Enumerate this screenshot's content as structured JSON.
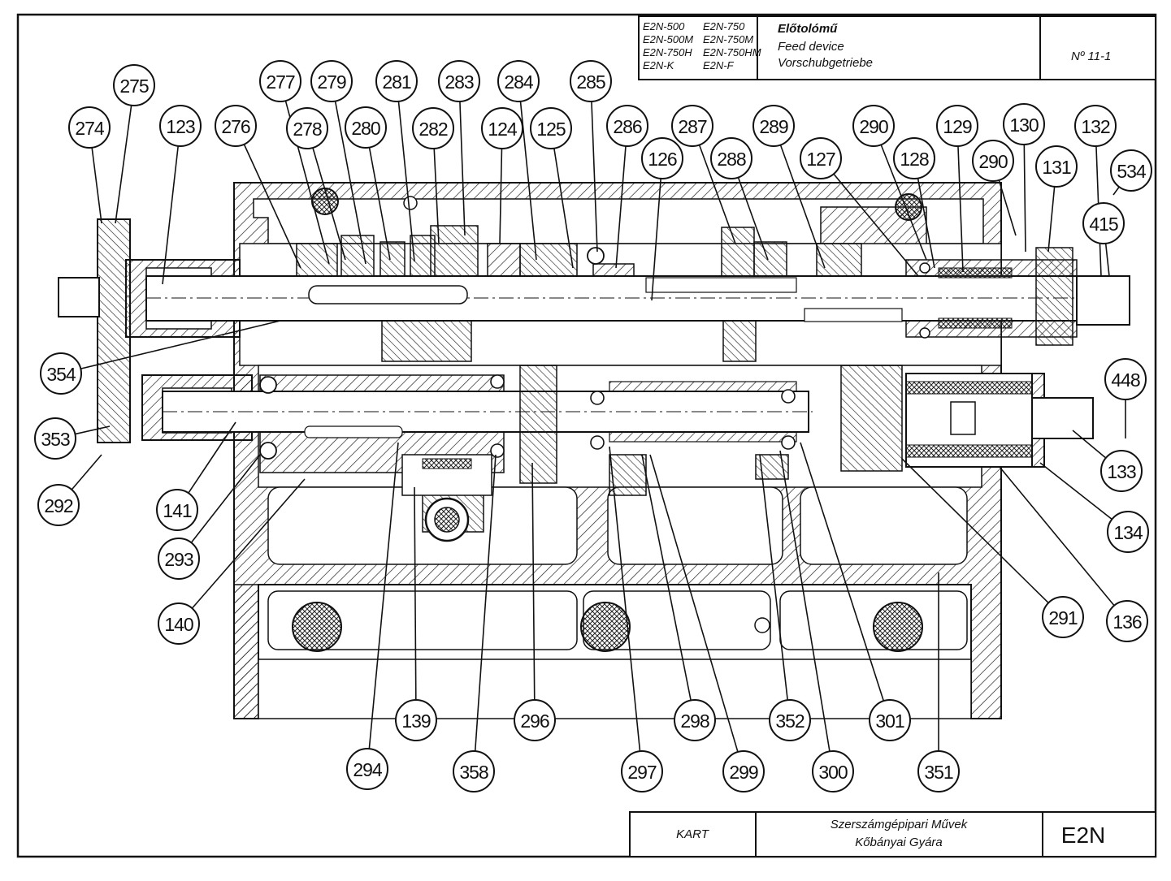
{
  "title_block": {
    "models": [
      [
        "E2N-500",
        "E2N-750"
      ],
      [
        "E2N-500M",
        "E2N-750M"
      ],
      [
        "E2N-750H",
        "E2N-750HM"
      ],
      [
        "E2N-K",
        "E2N-F"
      ]
    ],
    "title_hu": "Előtolómű",
    "title_en": "Feed device",
    "title_de": "Vorschubgetriebe",
    "sheet_no": "Nº 11-1"
  },
  "footer": {
    "card": "KART",
    "maker_line1": "Szerszámgépipari Művek",
    "maker_line2": "Kőbányai Gyára",
    "code": "E2N"
  },
  "callouts": [
    {
      "id": "c274",
      "label": "274"
    },
    {
      "id": "c275",
      "label": "275"
    },
    {
      "id": "c123",
      "label": "123"
    },
    {
      "id": "c276",
      "label": "276"
    },
    {
      "id": "c277",
      "label": "277"
    },
    {
      "id": "c278",
      "label": "278"
    },
    {
      "id": "c279",
      "label": "279"
    },
    {
      "id": "c280",
      "label": "280"
    },
    {
      "id": "c281",
      "label": "281"
    },
    {
      "id": "c282",
      "label": "282"
    },
    {
      "id": "c283",
      "label": "283"
    },
    {
      "id": "c124",
      "label": "124"
    },
    {
      "id": "c284",
      "label": "284"
    },
    {
      "id": "c125",
      "label": "125"
    },
    {
      "id": "c285",
      "label": "285"
    },
    {
      "id": "c286",
      "label": "286"
    },
    {
      "id": "c126",
      "label": "126"
    },
    {
      "id": "c287",
      "label": "287"
    },
    {
      "id": "c288",
      "label": "288"
    },
    {
      "id": "c289",
      "label": "289"
    },
    {
      "id": "c127",
      "label": "127"
    },
    {
      "id": "c290a",
      "label": "290"
    },
    {
      "id": "c128",
      "label": "128"
    },
    {
      "id": "c129",
      "label": "129"
    },
    {
      "id": "c290b",
      "label": "290"
    },
    {
      "id": "c130",
      "label": "130"
    },
    {
      "id": "c131",
      "label": "131"
    },
    {
      "id": "c132",
      "label": "132"
    },
    {
      "id": "c534",
      "label": "534"
    },
    {
      "id": "c415",
      "label": "415"
    },
    {
      "id": "c354",
      "label": "354"
    },
    {
      "id": "c353",
      "label": "353"
    },
    {
      "id": "c292",
      "label": "292"
    },
    {
      "id": "c141",
      "label": "141"
    },
    {
      "id": "c293",
      "label": "293"
    },
    {
      "id": "c140",
      "label": "140"
    },
    {
      "id": "c448",
      "label": "448"
    },
    {
      "id": "c133",
      "label": "133"
    },
    {
      "id": "c134",
      "label": "134"
    },
    {
      "id": "c291",
      "label": "291"
    },
    {
      "id": "c136",
      "label": "136"
    },
    {
      "id": "c139",
      "label": "139"
    },
    {
      "id": "c296",
      "label": "296"
    },
    {
      "id": "c298",
      "label": "298"
    },
    {
      "id": "c352",
      "label": "352"
    },
    {
      "id": "c301",
      "label": "301"
    },
    {
      "id": "c294",
      "label": "294"
    },
    {
      "id": "c358",
      "label": "358"
    },
    {
      "id": "c297",
      "label": "297"
    },
    {
      "id": "c299",
      "label": "299"
    },
    {
      "id": "c300",
      "label": "300"
    },
    {
      "id": "c351",
      "label": "351"
    }
  ]
}
